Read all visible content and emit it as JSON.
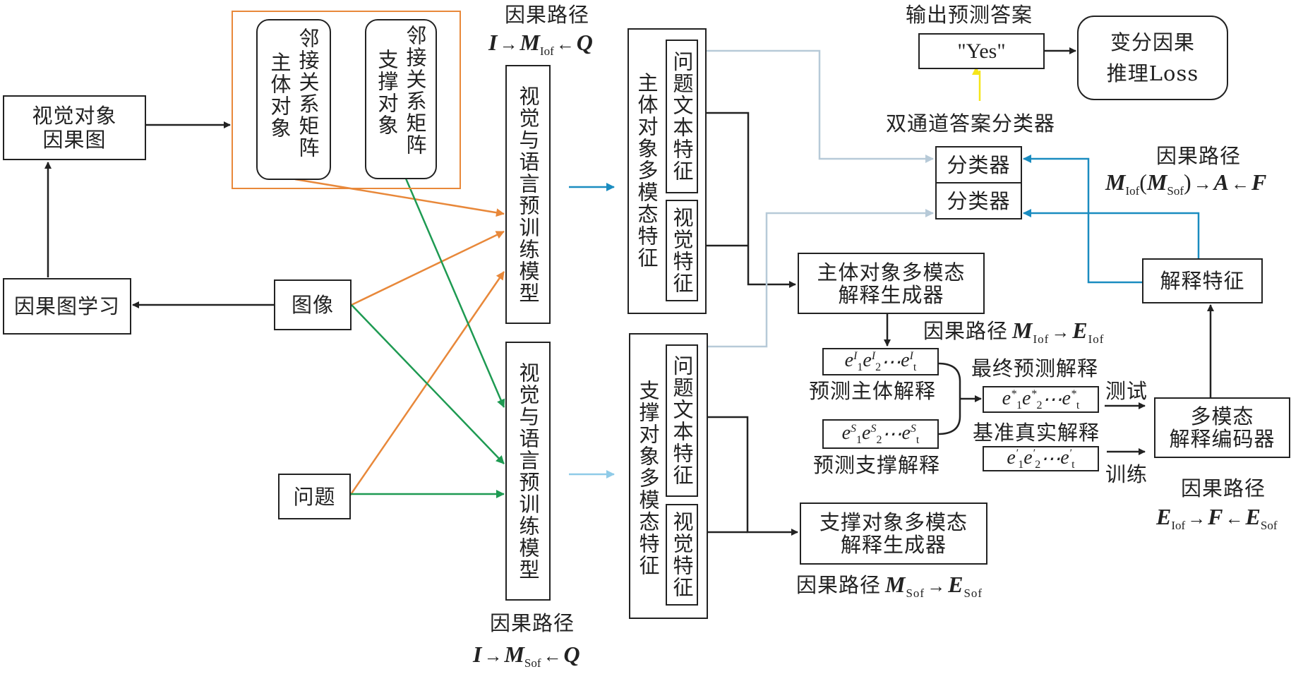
{
  "diagram": {
    "nodes": {
      "visual_causal_graph": "视觉对象\n因果图",
      "causal_graph_learning": "因果图学习",
      "image": "图像",
      "question": "问题",
      "subject_adjacency": {
        "col1": "邻接关系矩阵",
        "col2": "主体对象"
      },
      "support_adjacency": {
        "col1": "邻接关系矩阵",
        "col2": "支撑对象"
      },
      "vlp_model_1": "视觉与语言预训练模型",
      "vlp_model_2": "视觉与语言预训练模型",
      "subject_multimodal_features": "主体对象多模态特征",
      "support_multimodal_features": "支撑对象多模态特征",
      "question_text_features": "问题文本特征",
      "visual_features": "视觉特征",
      "subject_generator": "主体对象多模态\n解释生成器",
      "support_generator": "支撑对象多模态\n解释生成器",
      "classifier_1": "分类器",
      "classifier_2": "分类器",
      "answer_box": "\"Yes\"",
      "loss_box": "变分因果\n推理Loss",
      "explanation_features": "解释特征",
      "multimodal_encoder": "多模态\n解释编码器"
    },
    "labels": {
      "output_answer": "输出预测答案",
      "dual_channel_classifier": "双通道答案分类器",
      "predicted_subject_explanation": "预测主体解释",
      "predicted_support_explanation": "预测支撑解释",
      "final_predicted_explanation": "最终预测解释",
      "ground_truth_explanation": "基准真实解释",
      "test": "测试",
      "train": "训练",
      "causal_path": "因果路径"
    },
    "sequences": {
      "subject": {
        "base": "e",
        "sup": "I",
        "subs": [
          "1",
          "2",
          "t"
        ]
      },
      "support": {
        "base": "e",
        "sup": "S",
        "subs": [
          "1",
          "2",
          "t"
        ]
      },
      "final": {
        "base": "e",
        "sup": "*",
        "subs": [
          "1",
          "2",
          "t"
        ]
      },
      "truth": {
        "base": "e",
        "sup": "′",
        "subs": [
          "1",
          "2",
          "t"
        ]
      }
    },
    "causal_paths": {
      "top_vlp": {
        "a": "I",
        "arrow1": "→",
        "m": "M",
        "m_sub": "Iof",
        "arrow2": "←",
        "b": "Q"
      },
      "bottom_vlp": {
        "a": "I",
        "arrow1": "→",
        "m": "M",
        "m_sub": "Sof",
        "arrow2": "←",
        "b": "Q"
      },
      "subject_gen": {
        "m": "M",
        "m_sub": "Iof",
        "arrow": "→",
        "e": "E",
        "e_sub": "Iof"
      },
      "support_gen": {
        "m": "M",
        "m_sub": "Sof",
        "arrow": "→",
        "e": "E",
        "e_sub": "Sof"
      },
      "classifier": {
        "m1": "M",
        "m1_sub": "Iof",
        "open": "(",
        "m2": "M",
        "m2_sub": "Sof",
        "close": ")",
        "arrow1": "→",
        "a": "A",
        "arrow2": "←",
        "f": "F"
      },
      "encoder": {
        "e1": "E",
        "e1_sub": "Iof",
        "arrow1": "→",
        "f": "F",
        "arrow2": "←",
        "e2": "E",
        "e2_sub": "Sof"
      }
    },
    "colors": {
      "black": "#222222",
      "orange": "#e8883a",
      "green": "#1e9a52",
      "blue": "#1a8cc0",
      "light_blue": "#8fcbe8",
      "gray_blue": "#b7cad8",
      "yellow": "#f5e51a"
    }
  }
}
